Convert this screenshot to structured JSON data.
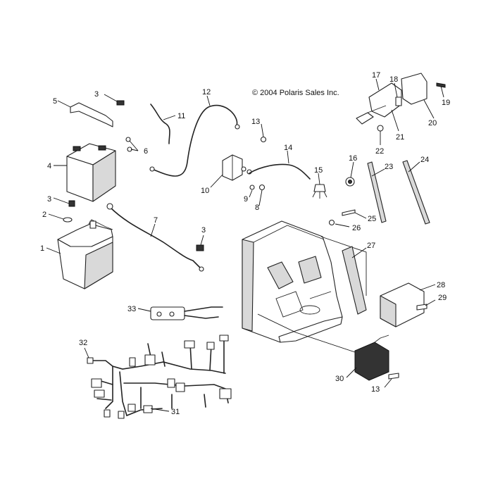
{
  "copyright": "© 2004 Polaris Sales Inc.",
  "callouts": [
    {
      "id": "c1",
      "label": "1"
    },
    {
      "id": "c2",
      "label": "2"
    },
    {
      "id": "c3a",
      "label": "3"
    },
    {
      "id": "c3b",
      "label": "3"
    },
    {
      "id": "c3c",
      "label": "3"
    },
    {
      "id": "c4",
      "label": "4"
    },
    {
      "id": "c5",
      "label": "5"
    },
    {
      "id": "c6",
      "label": "6"
    },
    {
      "id": "c7",
      "label": "7"
    },
    {
      "id": "c8",
      "label": "8"
    },
    {
      "id": "c9",
      "label": "9"
    },
    {
      "id": "c10",
      "label": "10"
    },
    {
      "id": "c11",
      "label": "11"
    },
    {
      "id": "c12",
      "label": "12"
    },
    {
      "id": "c13a",
      "label": "13"
    },
    {
      "id": "c13b",
      "label": "13"
    },
    {
      "id": "c14",
      "label": "14"
    },
    {
      "id": "c15",
      "label": "15"
    },
    {
      "id": "c16",
      "label": "16"
    },
    {
      "id": "c17",
      "label": "17"
    },
    {
      "id": "c18",
      "label": "18"
    },
    {
      "id": "c19",
      "label": "19"
    },
    {
      "id": "c20",
      "label": "20"
    },
    {
      "id": "c21",
      "label": "21"
    },
    {
      "id": "c22",
      "label": "22"
    },
    {
      "id": "c23",
      "label": "23"
    },
    {
      "id": "c24",
      "label": "24"
    },
    {
      "id": "c25",
      "label": "25"
    },
    {
      "id": "c26",
      "label": "26"
    },
    {
      "id": "c27",
      "label": "27"
    },
    {
      "id": "c28",
      "label": "28"
    },
    {
      "id": "c29",
      "label": "29"
    },
    {
      "id": "c30",
      "label": "30"
    },
    {
      "id": "c31",
      "label": "31"
    },
    {
      "id": "c32",
      "label": "32"
    },
    {
      "id": "c33",
      "label": "33"
    }
  ]
}
